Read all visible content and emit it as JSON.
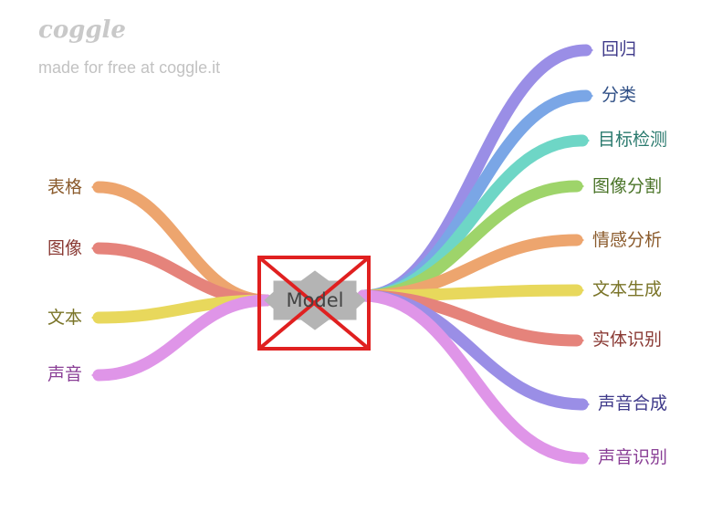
{
  "brand": {
    "logo_text": "coggle",
    "tagline": "made for free at coggle.it"
  },
  "center": {
    "label": "Model"
  },
  "left_branches": [
    {
      "label": "表格",
      "color": "#eda56e",
      "text_color": "#8a5a2b"
    },
    {
      "label": "图像",
      "color": "#e5837b",
      "text_color": "#8a3a34"
    },
    {
      "label": "文本",
      "color": "#e8d85c",
      "text_color": "#7a7428"
    },
    {
      "label": "声音",
      "color": "#df95e8",
      "text_color": "#8a3f96"
    }
  ],
  "right_branches": [
    {
      "label": "回归",
      "color": "#9a8ee6",
      "text_color": "#3f3a8a"
    },
    {
      "label": "分类",
      "color": "#7aa6e6",
      "text_color": "#2f4f86"
    },
    {
      "label": "目标检测",
      "color": "#6ed6c6",
      "text_color": "#2a7a6e"
    },
    {
      "label": "图像分割",
      "color": "#9ed46a",
      "text_color": "#4a7428"
    },
    {
      "label": "情感分析",
      "color": "#eda56e",
      "text_color": "#8a5a2b"
    },
    {
      "label": "文本生成",
      "color": "#e8d85c",
      "text_color": "#7a7428"
    },
    {
      "label": "实体识别",
      "color": "#e5837b",
      "text_color": "#8a3a34"
    },
    {
      "label": "声音合成",
      "color": "#9a8ee6",
      "text_color": "#3f3a8a"
    },
    {
      "label": "声音识别",
      "color": "#df95e8",
      "text_color": "#8a3f96"
    }
  ],
  "overlay": {
    "cross_color": "#e02020"
  }
}
